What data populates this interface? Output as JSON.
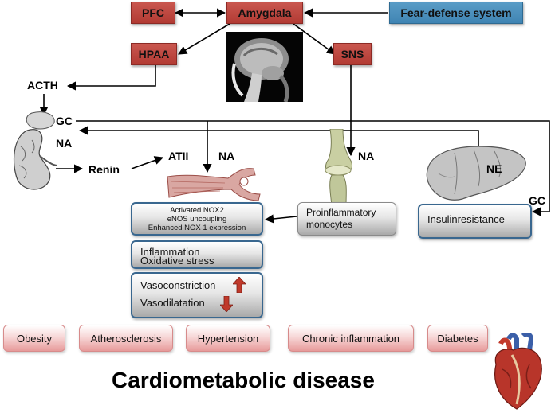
{
  "nodes": {
    "pfc": "PFC",
    "amygdala": "Amygdala",
    "fear_defense": "Fear-defense system",
    "hpaa": "HPAA",
    "sns": "SNS",
    "acth": "ACTH",
    "gc_left": "GC",
    "na_kidney": "NA",
    "renin": "Renin",
    "atii": "ATII",
    "na_vessel": "NA",
    "na_muscle": "NA",
    "ne_liver": "NE",
    "gc_right": "GC"
  },
  "boxes": {
    "vascular": {
      "line1": "Activated NOX2",
      "line2": "eNOS uncoupling",
      "line3": "Enhanced NOX 1 expression"
    },
    "monocytes": {
      "line1": "Proinflammatory",
      "line2": "monocytes"
    },
    "insulin": "Insulinresistance",
    "inflammation": {
      "line1": "Inflammation",
      "line2": "Oxidative stress"
    },
    "vaso": {
      "line1": "Vasoconstriction",
      "line2": "Vasodilatation"
    }
  },
  "diseases": [
    "Obesity",
    "Atherosclerosis",
    "Hypertension",
    "Chronic inflammation",
    "Diabetes"
  ],
  "title": "Cardiometabolic disease",
  "colors": {
    "red_box": "#c0463f",
    "blue_box": "#4a90be",
    "box_border_blue": "#39678f",
    "pill_pink": "#f3c2c2",
    "arrow_up_red": "#c0392b"
  },
  "icons": [
    "brain-mri-icon",
    "kidney-icon",
    "blood-vessel-icon",
    "knee-joint-icon",
    "liver-icon",
    "heart-icon",
    "arrow-up-icon",
    "arrow-down-icon"
  ]
}
